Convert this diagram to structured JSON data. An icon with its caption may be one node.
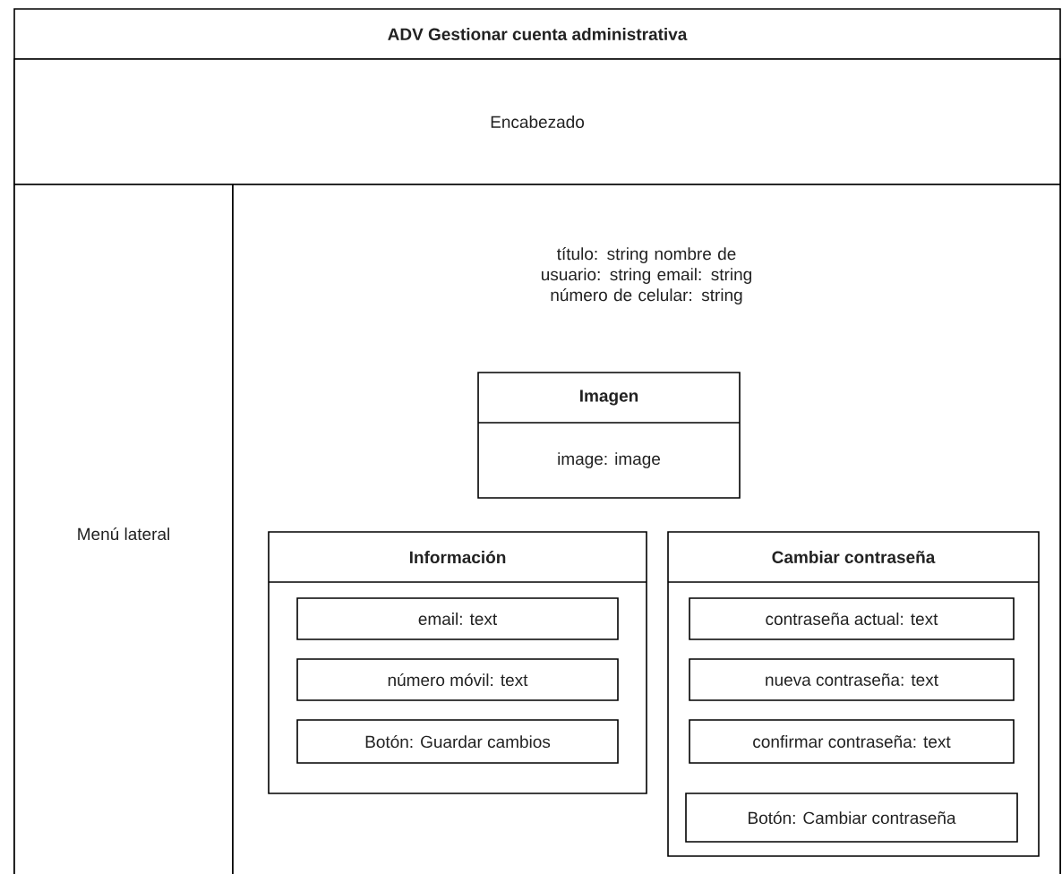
{
  "diagram": {
    "nodes": [
      {
        "text": [
          "ADV Gestionar cuenta administrativa"
        ]
      },
      {
        "text": [
          "Encabezado"
        ],
        "in": 0
      },
      {
        "text": [
          "Menú lateral"
        ],
        "in": 0
      },
      {
        "text": [
          "título: string nombre de usuario: string email: string número de celular: string"
        ],
        "in": 0
      },
      {
        "text": [
          "Imagen",
          "image: image"
        ],
        "in": 3
      },
      {
        "text": [
          "Información"
        ],
        "in": 3
      },
      {
        "text": [
          "email: text"
        ],
        "in": 5
      },
      {
        "text": [
          "número móvil: text"
        ],
        "in": 5
      },
      {
        "text": [
          "Botón: Guardar cambios"
        ],
        "in": 5
      },
      {
        "text": [
          "Cambiar contraseña"
        ],
        "in": 3
      },
      {
        "text": [
          "contraseña actual: text"
        ],
        "in": 9
      },
      {
        "text": [
          "nueva contraseña: text"
        ],
        "in": 9
      },
      {
        "text": [
          "confirmar contraseña: text"
        ],
        "in": 9
      },
      {
        "text": [
          "Botón: Cambiar contraseña"
        ],
        "in": 9
      }
    ]
  }
}
